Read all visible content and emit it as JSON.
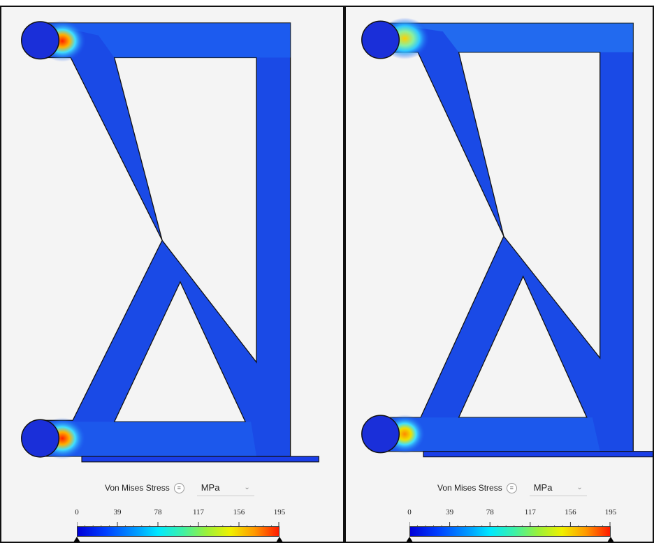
{
  "panels": [
    {
      "id": "left",
      "legend": {
        "field_label": "Von Mises Stress",
        "info_glyph": "≡",
        "unit": "MPa",
        "chevron": "⌄",
        "ticks": [
          "0",
          "39",
          "78",
          "117",
          "156",
          "195"
        ],
        "range": [
          0,
          195
        ]
      }
    },
    {
      "id": "right",
      "legend": {
        "field_label": "Von Mises Stress",
        "info_glyph": "≡",
        "unit": "MPa",
        "chevron": "⌄",
        "ticks": [
          "0",
          "39",
          "78",
          "117",
          "156",
          "195"
        ],
        "range": [
          0,
          195
        ]
      }
    }
  ],
  "colors": {
    "low_stress": "#1a3ee8",
    "high_stress": "#ff1a00",
    "background": "#f4f4f4"
  }
}
